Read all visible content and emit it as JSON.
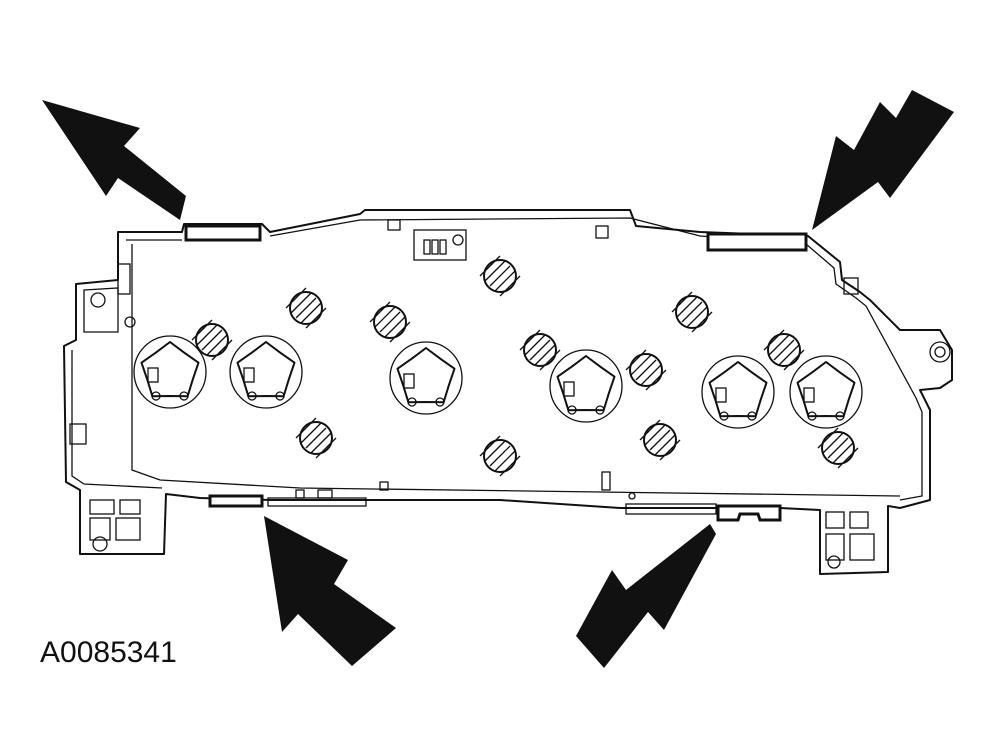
{
  "figure": {
    "id_label": "A0085341"
  },
  "callouts": [
    {
      "name": "arrow-top-left"
    },
    {
      "name": "arrow-top-right"
    },
    {
      "name": "arrow-bottom-left"
    },
    {
      "name": "arrow-bottom-right"
    }
  ]
}
